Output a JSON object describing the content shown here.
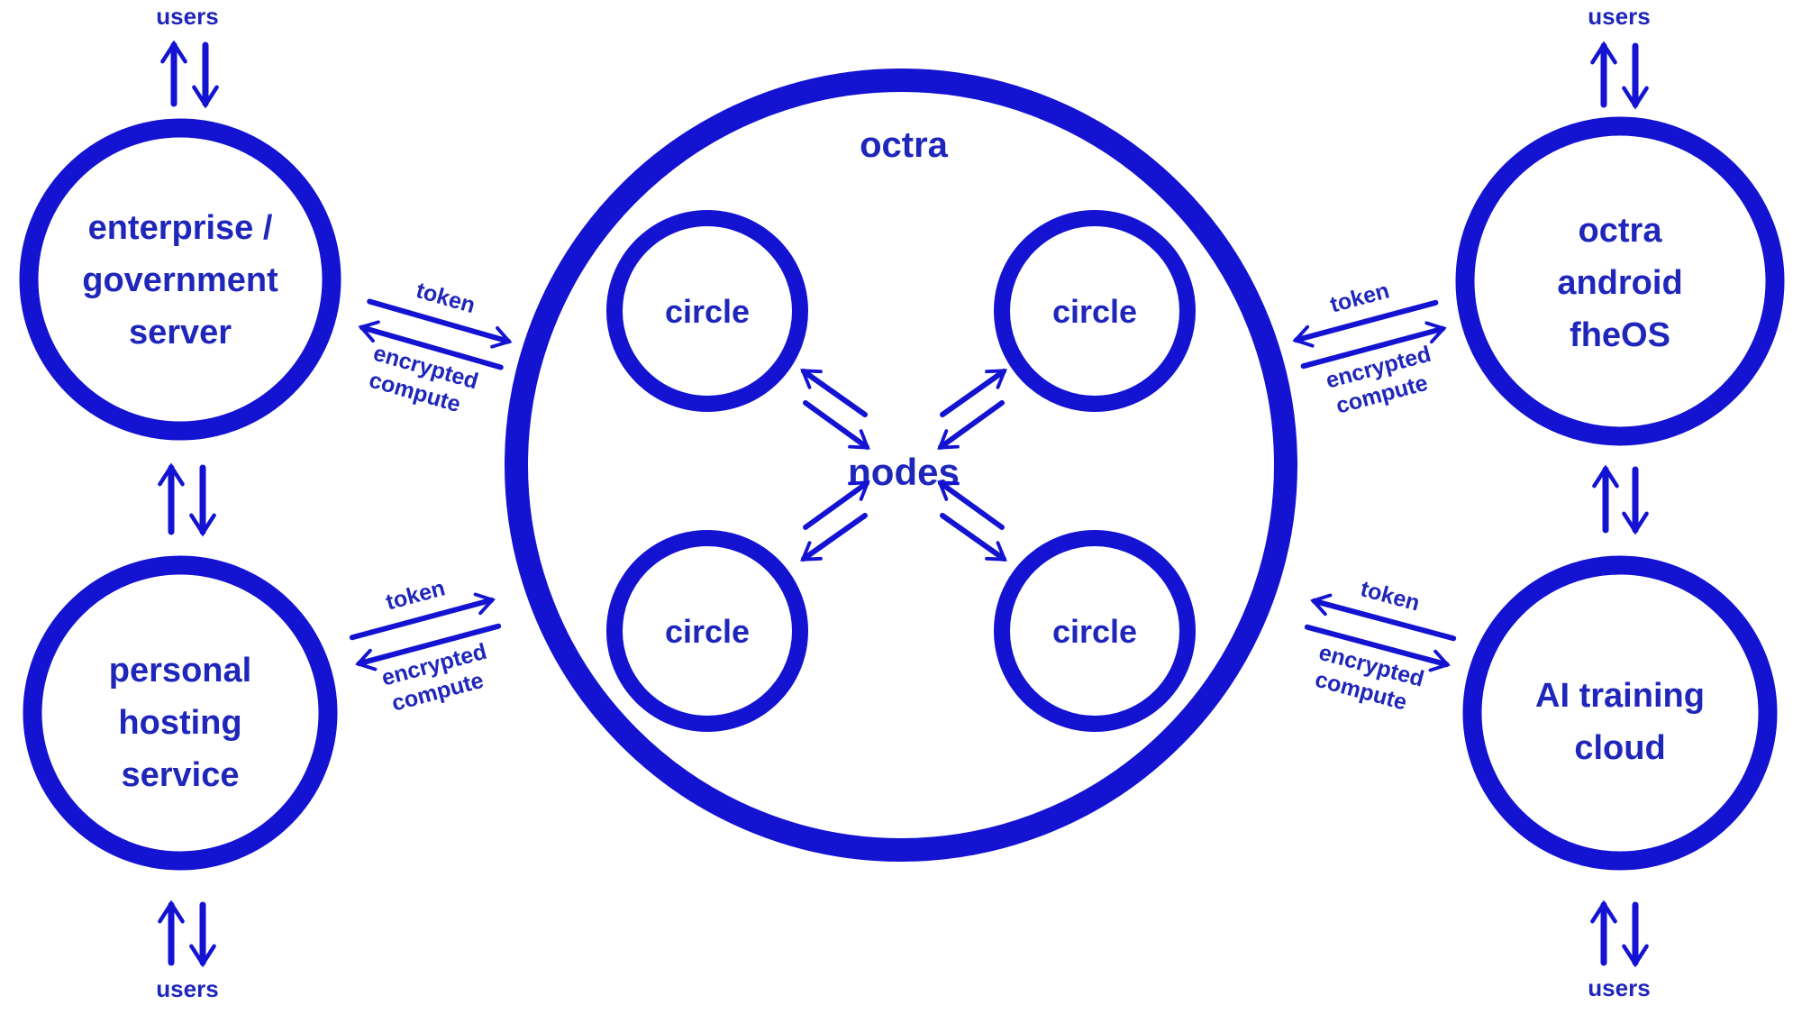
{
  "colors": {
    "shape_blue": "#1313d1",
    "text_blue": "#1f26ba",
    "background": "#ffffff"
  },
  "diagram": {
    "hub": {
      "title": "octra",
      "core": "nodes",
      "inner_circles": [
        {
          "label": "circle"
        },
        {
          "label": "circle"
        },
        {
          "label": "circle"
        },
        {
          "label": "circle"
        }
      ]
    },
    "systems": [
      {
        "id": "enterprise-government-server",
        "lines": [
          "enterprise /",
          "government",
          "server"
        ],
        "users": "users"
      },
      {
        "id": "personal-hosting-service",
        "lines": [
          "personal",
          "hosting",
          "service"
        ],
        "users": "users"
      },
      {
        "id": "octra-android-fheos",
        "lines": [
          "octra",
          "android",
          "fheOS"
        ],
        "users": "users"
      },
      {
        "id": "ai-training-cloud",
        "lines": [
          "AI training",
          "cloud"
        ],
        "users": "users"
      }
    ],
    "flows": {
      "token": "token",
      "compute_line1": "encrypted",
      "compute_line2": "compute"
    }
  }
}
